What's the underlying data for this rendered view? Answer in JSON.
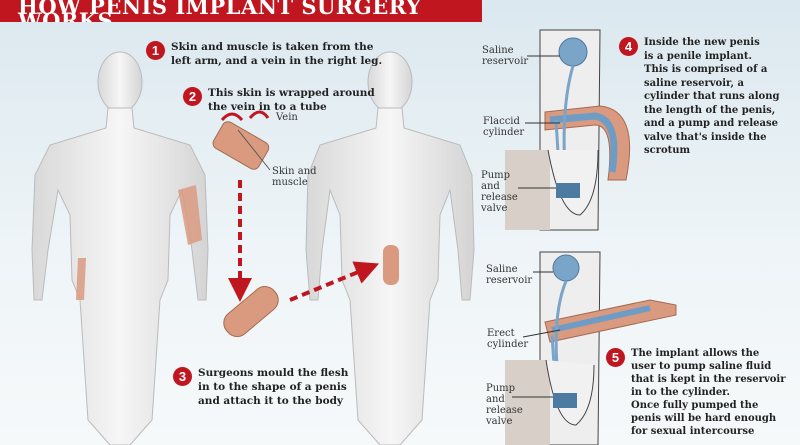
{
  "title": "HOW PENIS IMPLANT SURGERY WORKS",
  "steps": [
    {
      "number": "1",
      "lines": [
        "Skin and muscle is taken from the",
        "left arm, and a vein in the right leg."
      ]
    },
    {
      "number": "2",
      "lines": [
        "This skin is wrapped around",
        "the vein in to a tube"
      ]
    },
    {
      "number": "3",
      "lines": [
        "Surgeons mould the flesh",
        "in to the shape of a penis",
        "and attach it to the body"
      ]
    },
    {
      "number": "4",
      "lines": [
        "Inside the new penis",
        "is a penile implant.",
        "This is comprised of a",
        "saline reservoir, a",
        "cylinder that runs along",
        "the length of the penis,",
        "and a pump and release",
        "valve that's inside the",
        "scrotum"
      ]
    },
    {
      "number": "5",
      "lines": [
        "The implant allows the",
        "user to pump saline fluid",
        "that is kept in the reservoir",
        "in to the  cylinder.",
        "Once fully pumped the",
        "penis will be hard enough",
        "for sexual intercourse"
      ]
    }
  ],
  "labels": {
    "vein": "Vein",
    "skin_muscle": [
      "Skin and",
      "muscle"
    ],
    "top": {
      "reservoir": [
        "Saline",
        "reservoir"
      ],
      "cylinder": [
        "Flaccid",
        "cylinder"
      ],
      "pump": [
        "Pump",
        "and",
        "release",
        "valve"
      ]
    },
    "bottom": {
      "reservoir": [
        "Saline",
        "reservoir"
      ],
      "cylinder": [
        "Erect",
        "cylinder"
      ],
      "pump": [
        "Pump",
        "and",
        "release",
        "valve"
      ]
    }
  },
  "colors": {
    "accent": "#c0161f",
    "skin": "#d99a80",
    "implant": "#6f9cc4",
    "body": "#ececec"
  }
}
